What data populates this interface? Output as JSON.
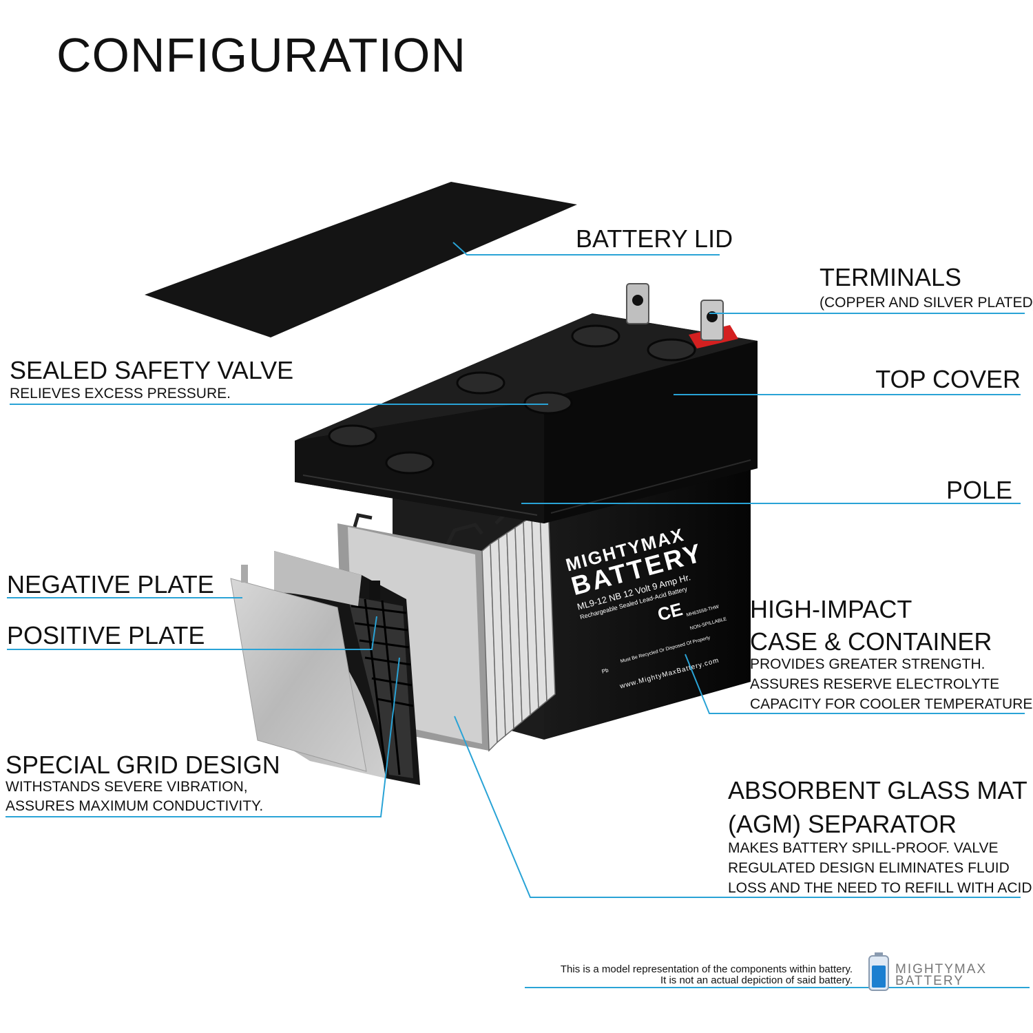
{
  "page": {
    "title": "CONFIGURATION"
  },
  "colors": {
    "leader": "#29a3d6",
    "casing": "#0e0e0e",
    "plate": "#c4c4c4",
    "terminal_red": "#d42020"
  },
  "labels": {
    "battery_lid": "BATTERY LID",
    "terminals": "TERMINALS",
    "terminals_sub": "(COPPER AND SILVER PLATED)",
    "sealed_valve": "SEALED SAFETY VALVE",
    "sealed_valve_sub": "RELIEVES EXCESS PRESSURE.",
    "top_cover": "TOP COVER",
    "pole": "POLE",
    "negative_plate": "NEGATIVE PLATE",
    "positive_plate": "POSITIVE PLATE",
    "case_1": "HIGH-IMPACT",
    "case_2": "CASE & CONTAINER",
    "case_sub_1": "PROVIDES GREATER STRENGTH.",
    "case_sub_2": "ASSURES RESERVE ELECTROLYTE",
    "case_sub_3": "CAPACITY FOR COOLER TEMPERATURES.",
    "grid": "SPECIAL GRID DESIGN",
    "grid_sub_1": "WITHSTANDS SEVERE VIBRATION,",
    "grid_sub_2": "ASSURES MAXIMUM CONDUCTIVITY.",
    "agm_1": "ABSORBENT GLASS MAT",
    "agm_2": "(AGM) SEPARATOR",
    "agm_sub_1": "MAKES BATTERY SPILL-PROOF. VALVE",
    "agm_sub_2": "REGULATED DESIGN ELIMINATES FLUID",
    "agm_sub_3": "LOSS AND THE NEED TO REFILL WITH ACID."
  },
  "battery_print": {
    "brand_1": "MIGHTYMAX",
    "brand_2": "BATTERY",
    "model": "ML9-12 NB  12 Volt 9 Amp Hr.",
    "desc": "Rechargeable Sealed Lead-Acid Battery",
    "ce": "CE",
    "cert": "MH63558-THW",
    "non_spill": "NON-SPILLABLE",
    "recycle": "Must Be Recycled Or Disposed Of Properly",
    "pb": "Pb",
    "web": "www.MightyMaxBattery.com"
  },
  "footer": {
    "disclaimer_1": "This is a model representation of the components within battery.",
    "disclaimer_2": "It is not an actual depiction of said battery.",
    "logo_1": "MIGHTYMAX",
    "logo_2": "BATTERY"
  }
}
